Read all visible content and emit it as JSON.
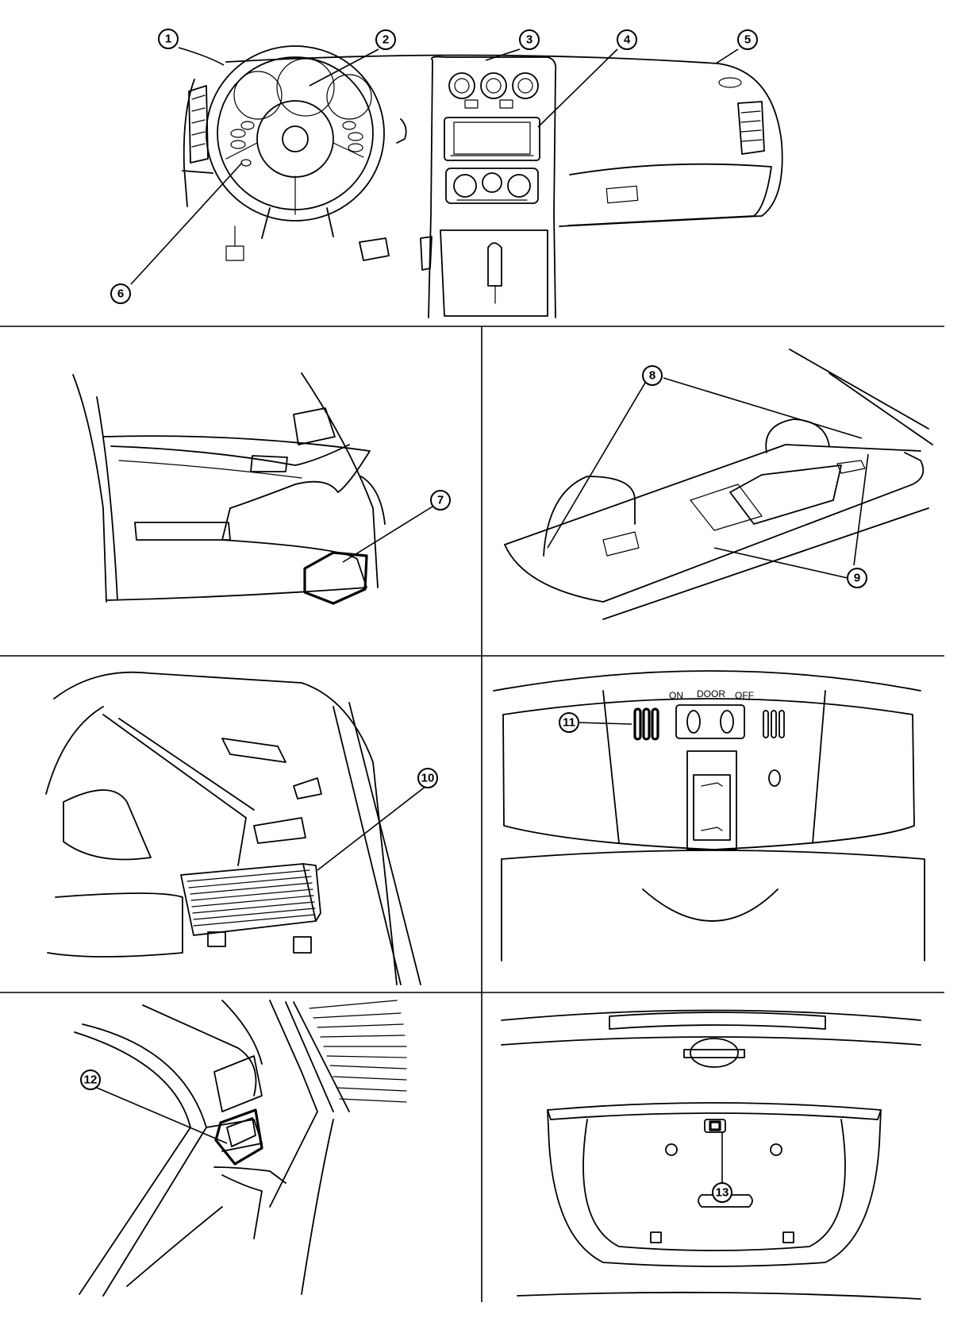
{
  "callouts": [
    "1",
    "2",
    "3",
    "4",
    "5",
    "6",
    "7",
    "8",
    "9",
    "10",
    "11",
    "12",
    "13"
  ],
  "room_lamp": {
    "on": "ON",
    "door": "DOOR",
    "off": "OFF"
  }
}
